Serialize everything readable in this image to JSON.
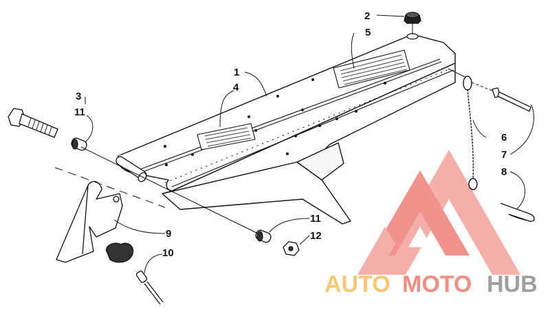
{
  "diagram": {
    "callouts": {
      "c1": "1",
      "c2": "2",
      "c3": "3",
      "c4": "4",
      "c5": "5",
      "c6": "6",
      "c7": "7",
      "c8": "8",
      "c9": "9",
      "c10": "10",
      "c11a": "11",
      "c11b": "11",
      "c12": "12"
    }
  },
  "watermark": {
    "part1": "AUTO",
    "part2": "MOTO",
    "part3": "HUB",
    "colors": {
      "auto": "#f7c66a",
      "moto": "#f0887e",
      "hub": "#9a9a9a",
      "logo": "#f07f7a"
    }
  }
}
